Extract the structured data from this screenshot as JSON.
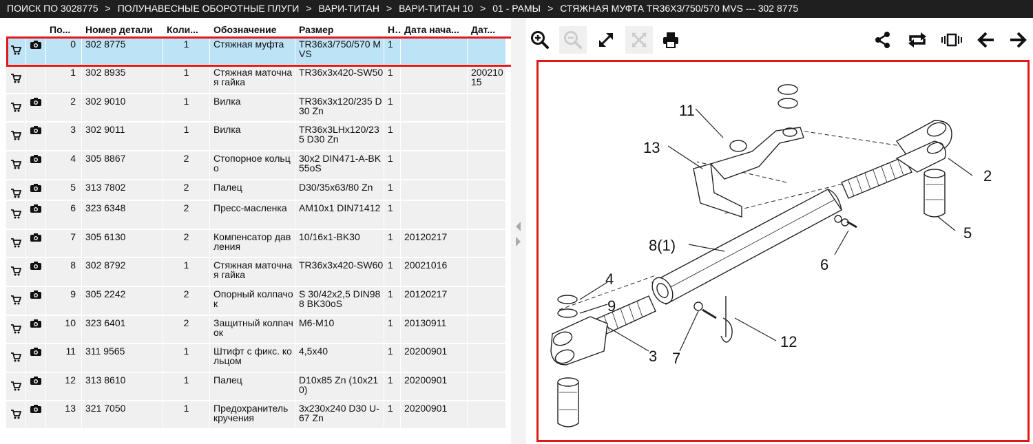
{
  "breadcrumb": [
    "ПОИСК ПО 3028775",
    "ПОЛУНАВЕСНЫЕ ОБОРОТНЫЕ ПЛУГИ",
    "ВАРИ-ТИТАН",
    "ВАРИ-ТИТАН 10",
    "01 - РАМЫ",
    "СТЯЖНАЯ МУФТА TR36X3/750/570 MVS --- 302 8775"
  ],
  "breadcrumb_separator": ">",
  "table": {
    "headers": {
      "pos": "По...",
      "part": "Номер детали",
      "qty": "Коли...",
      "name": "Обозначение",
      "size": "Размер",
      "n": "Н...",
      "date1": "Дата нача...",
      "date2": "Дат..."
    },
    "rows": [
      {
        "pos": "0",
        "part": "302 8775",
        "qty": "1",
        "name": "Стяжная муфта",
        "size": "TR36x3/750/570 MVS",
        "n": "1",
        "date1": "",
        "date2": "",
        "camera": true,
        "selected": true
      },
      {
        "pos": "1",
        "part": "302 8935",
        "qty": "1",
        "name": "Стяжная маточная гайка",
        "size": "TR36x3x420-SW50",
        "n": "1",
        "date1": "",
        "date2": "20021015",
        "camera": false,
        "selected": false
      },
      {
        "pos": "2",
        "part": "302 9010",
        "qty": "1",
        "name": "Вилка",
        "size": "TR36x3x120/235 D30 Zn",
        "n": "1",
        "date1": "",
        "date2": "",
        "camera": true,
        "selected": false
      },
      {
        "pos": "3",
        "part": "302 9011",
        "qty": "1",
        "name": "Вилка",
        "size": "TR36x3LHx120/235 D30 Zn",
        "n": "1",
        "date1": "",
        "date2": "",
        "camera": true,
        "selected": false
      },
      {
        "pos": "4",
        "part": "305 8867",
        "qty": "2",
        "name": "Стопорное кольцо",
        "size": "30x2 DIN471-A-BK55oS",
        "n": "1",
        "date1": "",
        "date2": "",
        "camera": true,
        "selected": false
      },
      {
        "pos": "5",
        "part": "313 7802",
        "qty": "2",
        "name": "Палец",
        "size": "D30/35x63/80 Zn",
        "n": "1",
        "date1": "",
        "date2": "",
        "camera": true,
        "selected": false
      },
      {
        "pos": "6",
        "part": "323 6348",
        "qty": "2",
        "name": "Пресс-масленка",
        "size": "AM10x1 DIN71412",
        "n": "1",
        "date1": "",
        "date2": "",
        "camera": true,
        "selected": false
      },
      {
        "pos": "7",
        "part": "305 6130",
        "qty": "2",
        "name": "Компенсатор давления",
        "size": "10/16x1-BK30",
        "n": "1",
        "date1": "20120217",
        "date2": "",
        "camera": true,
        "selected": false
      },
      {
        "pos": "8",
        "part": "302 8792",
        "qty": "1",
        "name": "Стяжная маточная гайка",
        "size": "TR36x3x420-SW60",
        "n": "1",
        "date1": "20021016",
        "date2": "",
        "camera": true,
        "selected": false
      },
      {
        "pos": "9",
        "part": "305 2242",
        "qty": "2",
        "name": "Опорный колпачок",
        "size": "S 30/42x2,5 DIN988 BK30oS",
        "n": "1",
        "date1": "20120217",
        "date2": "",
        "camera": true,
        "selected": false
      },
      {
        "pos": "10",
        "part": "323 6401",
        "qty": "2",
        "name": "Защитный колпачок",
        "size": "M6-M10",
        "n": "1",
        "date1": "20130911",
        "date2": "",
        "camera": true,
        "selected": false
      },
      {
        "pos": "11",
        "part": "311 9565",
        "qty": "1",
        "name": "Штифт с фикс. кольцом",
        "size": "4,5x40",
        "n": "1",
        "date1": "20200901",
        "date2": "",
        "camera": true,
        "selected": false
      },
      {
        "pos": "12",
        "part": "313 8610",
        "qty": "1",
        "name": "Палец",
        "size": "D10x85 Zn (10x210)",
        "n": "1",
        "date1": "20200901",
        "date2": "",
        "camera": true,
        "selected": false
      },
      {
        "pos": "13",
        "part": "321 7050",
        "qty": "1",
        "name": "Предохранитель кручения",
        "size": "3x230x240 D30 U-67 Zn",
        "n": "1",
        "date1": "20200901",
        "date2": "",
        "camera": true,
        "selected": false
      }
    ]
  },
  "toolbar": {
    "left": [
      "zoom-in-icon",
      "zoom-out-icon",
      "fullscreen-icon",
      "fit-icon",
      "print-icon"
    ],
    "right": [
      "share-icon",
      "repeat-icon",
      "carousel-icon",
      "arrow-left-icon",
      "arrow-right-icon"
    ]
  },
  "diagram": {
    "callouts": {
      "c2": "2",
      "c3": "3",
      "c4": "4",
      "c5": "5",
      "c6": "6",
      "c7": "7",
      "c8": "8(1)",
      "c9": "9",
      "c11": "11",
      "c12": "12",
      "c13": "13"
    }
  },
  "colors": {
    "topbar_bg": "#1f1f1f",
    "selected_row": "#bde3f6",
    "row_bg": "#f0f0f0",
    "highlight_border": "#e21818"
  }
}
